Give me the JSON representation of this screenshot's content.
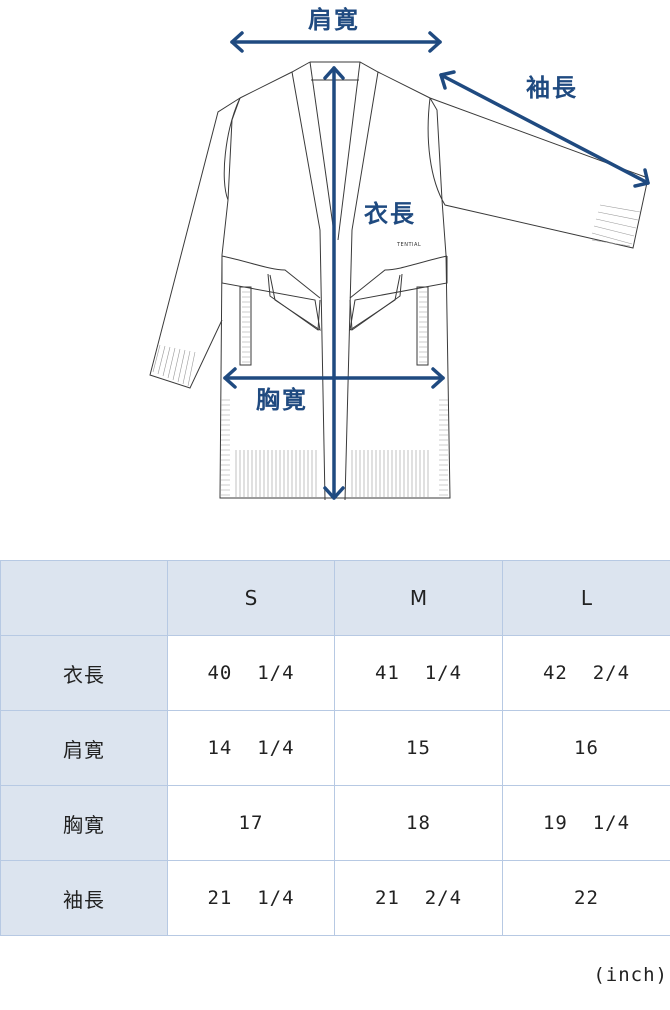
{
  "illustration": {
    "garment": "long cardigan with belt",
    "brand_mark": "TENTIAL",
    "measurement_labels": {
      "shoulder_width": "肩寛",
      "sleeve_length": "袖長",
      "body_length": "衣長",
      "chest_width": "胸寛"
    },
    "arrow_color": "#1f4a80"
  },
  "size_table": {
    "header_bg": "#dce4ef",
    "border_color": "#b7c9e3",
    "columns": [
      "",
      "S",
      "M",
      "L"
    ],
    "rows": [
      {
        "label": "衣長",
        "values": [
          "40  1/4",
          "41  1/4",
          "42  2/4"
        ]
      },
      {
        "label": "肩寛",
        "values": [
          "14  1/4",
          "15",
          "16"
        ]
      },
      {
        "label": "胸寛",
        "values": [
          "17",
          "18",
          "19  1/4"
        ]
      },
      {
        "label": "袖長",
        "values": [
          "21  1/4",
          "21  2/4",
          "22"
        ]
      }
    ]
  },
  "unit_note": "(inch)"
}
